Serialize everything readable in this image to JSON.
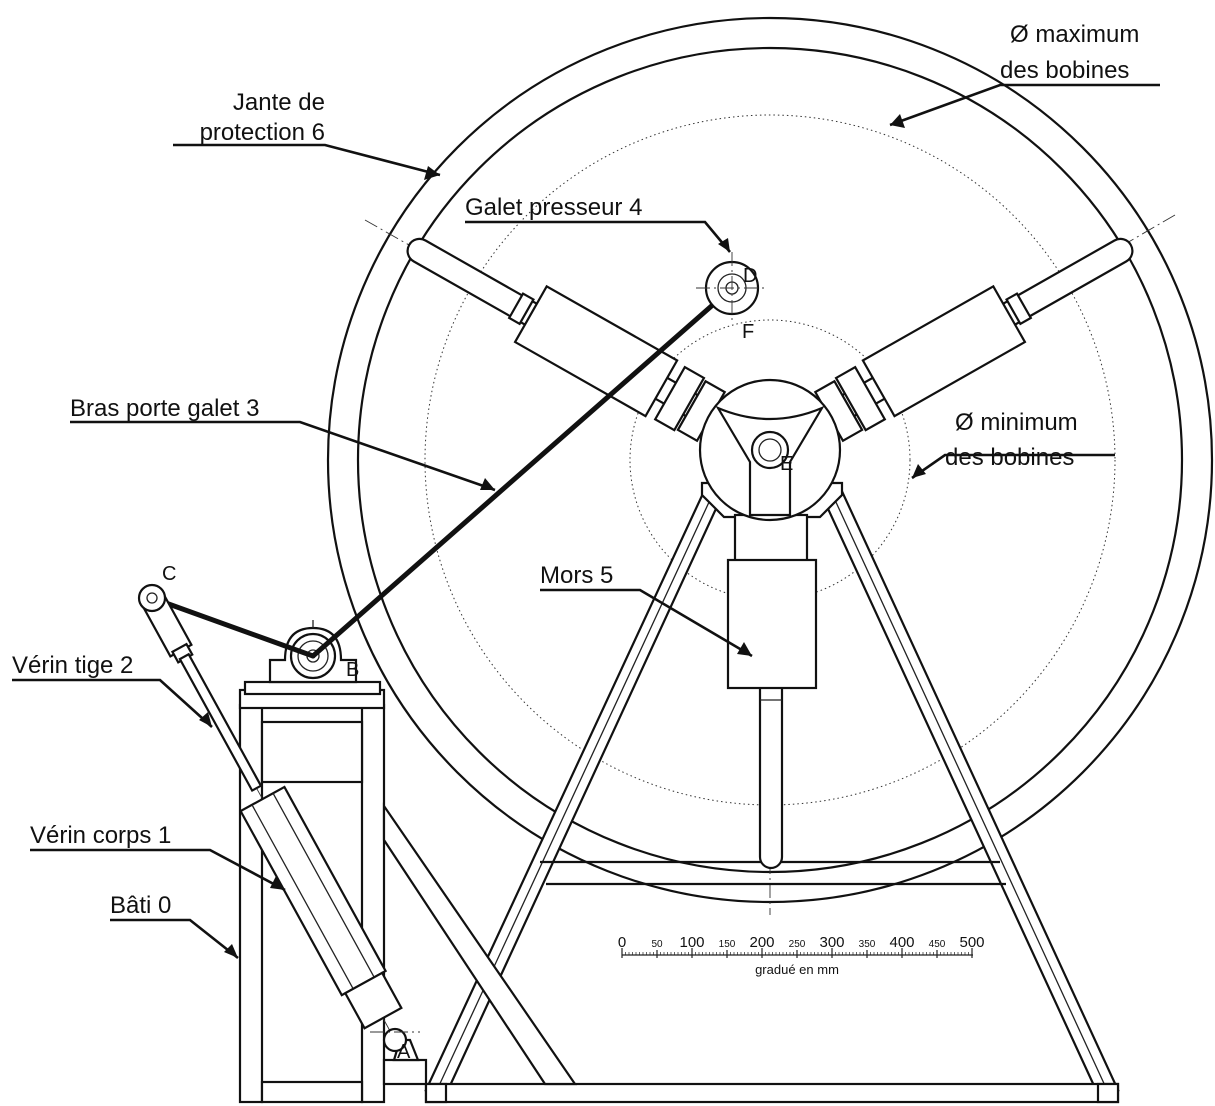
{
  "labels": {
    "jante_line1": "Jante de",
    "jante_line2": "protection 6",
    "max_line1": "Ø maximum",
    "max_line2": "des bobines",
    "min_line1": "Ø minimum",
    "min_line2": "des bobines",
    "galet": "Galet presseur 4",
    "bras": "Bras porte galet 3",
    "mors": "Mors 5",
    "verin_tige": "Vérin tige 2",
    "verin_corps": "Vérin corps 1",
    "bati": "Bâti 0"
  },
  "points": {
    "A": "A",
    "B": "B",
    "C": "C",
    "D": "D",
    "E": "E",
    "F": "F"
  },
  "scale": {
    "major": [
      "0",
      "100",
      "200",
      "300",
      "400",
      "500"
    ],
    "minor": [
      "50",
      "150",
      "250",
      "350",
      "450"
    ],
    "caption": "gradué en mm"
  }
}
